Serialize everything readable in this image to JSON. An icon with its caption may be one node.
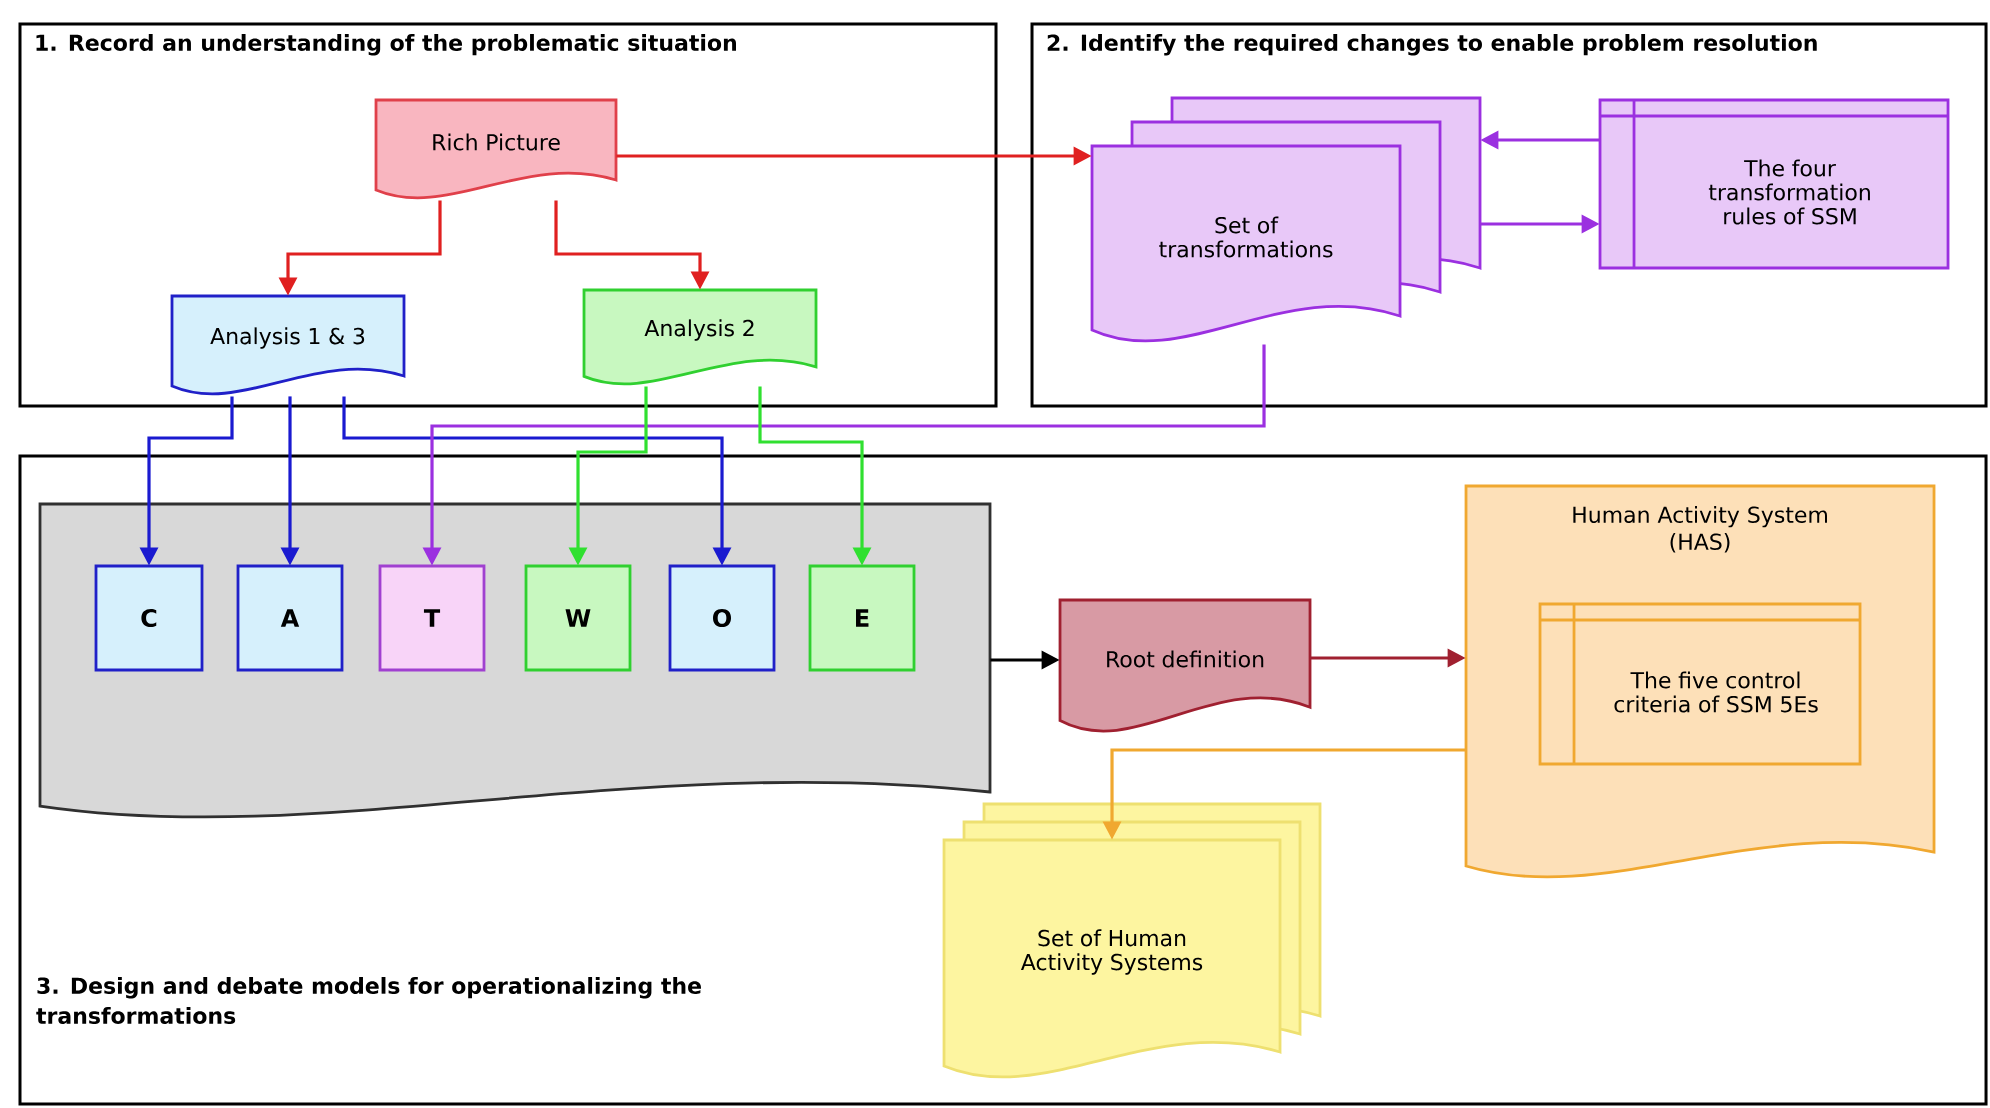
{
  "diagram": {
    "nodes": [
      {
        "text": [
          "1. Record an understanding of the problematic situation"
        ]
      },
      {
        "text": [
          "Rich Picture"
        ],
        "in": 0
      },
      {
        "text": [
          "Analysis 1 & 3"
        ],
        "in": 0
      },
      {
        "text": [
          "Analysis 2"
        ],
        "in": 0
      },
      {
        "text": [
          "2. Identify the required changes to enable problem resolution"
        ]
      },
      {
        "text": [
          "Set of transformations"
        ],
        "in": 4
      },
      {
        "text": [
          "The four transformation rules of SSM"
        ],
        "in": 4
      },
      {
        "text": [
          "3. Design and debate models for operationalizing the transformations"
        ]
      },
      {
        "text": [],
        "shape": "document",
        "in": 7
      },
      {
        "text": [
          "C"
        ],
        "in": 8
      },
      {
        "text": [
          "A"
        ],
        "in": 8
      },
      {
        "text": [
          "T"
        ],
        "in": 8
      },
      {
        "text": [
          "W"
        ],
        "in": 8
      },
      {
        "text": [
          "O"
        ],
        "in": 8
      },
      {
        "text": [
          "E"
        ],
        "in": 8
      },
      {
        "text": [
          "Root definition"
        ],
        "in": 7
      },
      {
        "text": [
          "Human Activity System (HAS)"
        ],
        "in": 7
      },
      {
        "text": [
          "The five control criteria of SSM 5Es"
        ],
        "in": 16
      },
      {
        "text": [
          "Set of Human Activity Systems"
        ],
        "in": 7
      }
    ],
    "edges": [
      {
        "from": 1,
        "to": 2,
        "arrow": "to",
        "color": "#e02020"
      },
      {
        "from": 1,
        "to": 3,
        "arrow": "to",
        "color": "#e02020"
      },
      {
        "from": 1,
        "to": 5,
        "arrow": "to",
        "color": "#e02020"
      },
      {
        "from": 6,
        "to": 5,
        "arrow": "to",
        "color": "#9b30e0"
      },
      {
        "from": 5,
        "to": 6,
        "arrow": "to",
        "color": "#9b30e0"
      },
      {
        "from": 2,
        "to": 9,
        "arrow": "to",
        "color": "#1a1ad0"
      },
      {
        "from": 2,
        "to": 10,
        "arrow": "to",
        "color": "#1a1ad0"
      },
      {
        "from": 2,
        "to": 13,
        "arrow": "to",
        "color": "#1a1ad0"
      },
      {
        "from": 5,
        "to": 11,
        "arrow": "to",
        "color": "#9b30e0"
      },
      {
        "from": 3,
        "to": 12,
        "arrow": "to",
        "color": "#30e030"
      },
      {
        "from": 3,
        "to": 14,
        "arrow": "to",
        "color": "#30e030"
      },
      {
        "from": 8,
        "to": 15,
        "arrow": "to",
        "color": "#000000"
      },
      {
        "from": 15,
        "to": 16,
        "arrow": "to",
        "color": "#a02030"
      },
      {
        "from": 16,
        "to": 18,
        "arrow": "to",
        "color": "#f0a830"
      }
    ]
  }
}
